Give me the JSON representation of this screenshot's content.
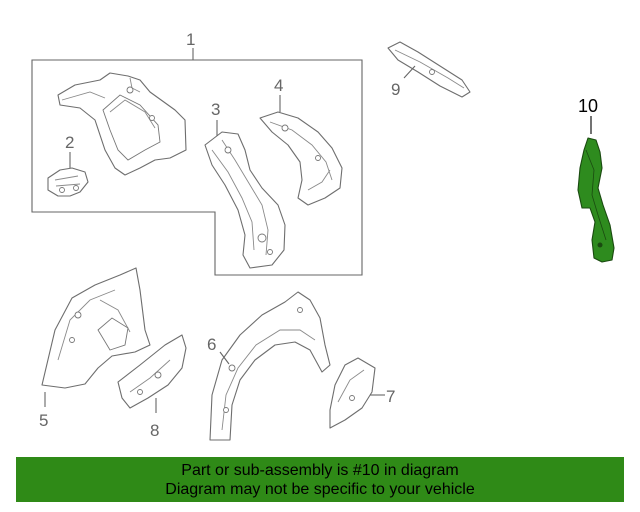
{
  "callouts": {
    "c1": "1",
    "c2": "2",
    "c3": "3",
    "c4": "4",
    "c5": "5",
    "c6": "6",
    "c7": "7",
    "c8": "8",
    "c9": "9",
    "c10": "10"
  },
  "highlight_color": "#2e8b1e",
  "banner": {
    "line1": "Part or sub-assembly is #10 in diagram",
    "line2": "Diagram may not be specific to your vehicle",
    "background": "#2f8a17"
  }
}
